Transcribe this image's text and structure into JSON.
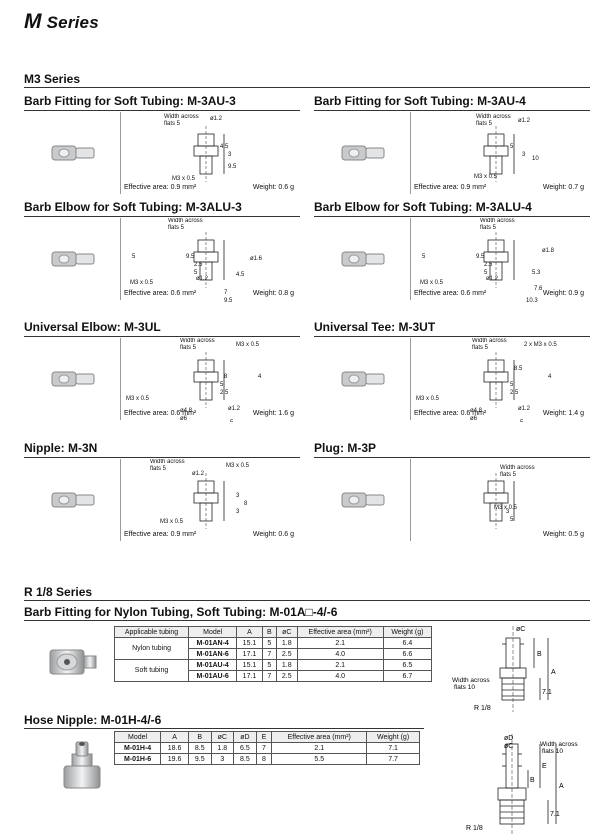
{
  "page": {
    "series_prefix": "M",
    "series_suffix": " Series"
  },
  "m3": {
    "section_title": "M3 Series",
    "items": [
      {
        "title": "Barb Fitting for Soft Tubing: M-3AU-3",
        "effective_area": "Effective area: 0.9 mm²",
        "weight": "Weight: 0.6 g",
        "labels": [
          "Width across",
          "flats 5",
          "ø1.2",
          "4.5",
          "3",
          "9.5",
          "M3 x 0.5"
        ]
      },
      {
        "title": "Barb Fitting for Soft Tubing: M-3AU-4",
        "effective_area": "Effective area: 0.9 mm²",
        "weight": "Weight: 0.7 g",
        "labels": [
          "Width across",
          "flats 5",
          "ø1.2",
          "5",
          "3",
          "10",
          "M3 x 0.5"
        ]
      },
      {
        "title": "Barb Elbow for Soft Tubing: M-3ALU-3",
        "effective_area": "Effective area: 0.6 mm²",
        "weight": "Weight: 0.8 g",
        "labels": [
          "Width across",
          "flats 5",
          "5",
          "9.5",
          "2.5",
          "5",
          "ø1.2",
          "ø1.6",
          "4.5",
          "M3 x 0.5",
          "7",
          "9.5"
        ]
      },
      {
        "title": "Barb Elbow for Soft Tubing: M-3ALU-4",
        "effective_area": "Effective area: 0.6 mm²",
        "weight": "Weight: 0.9 g",
        "labels": [
          "Width across",
          "flats 5",
          "5",
          "9.5",
          "2.5",
          "5",
          "ø1.2",
          "ø1.8",
          "5.3",
          "M3 x 0.5",
          "7.6",
          "10.3"
        ]
      },
      {
        "title": "Universal Elbow: M-3UL",
        "effective_area": "Effective area: 0.6 mm²",
        "weight": "Weight: 1.6 g",
        "labels": [
          "Width across",
          "flats 5",
          "M3 x 0.5",
          "8",
          "5",
          "2.5",
          "4",
          "M3 x 0.5",
          "ø4.8",
          "ø6",
          "ø1.2",
          "5"
        ]
      },
      {
        "title": "Universal Tee: M-3UT",
        "effective_area": "Effective area: 0.6 mm²",
        "weight": "Weight: 1.4 g",
        "labels": [
          "Width across",
          "flats 5",
          "2 x M3 x 0.5",
          "8.5",
          "5",
          "2.5",
          "4",
          "M3 x 0.5",
          "ø4.8",
          "ø6",
          "ø1.2",
          "5"
        ]
      },
      {
        "title": "Nipple: M-3N",
        "effective_area": "Effective area: 0.9 mm²",
        "weight": "Weight: 0.6 g",
        "labels": [
          "Width across",
          "flats 5",
          "ø1.2",
          "M3 x 0.5",
          "3",
          "8",
          "3",
          "M3 x 0.5"
        ]
      },
      {
        "title": "Plug: M-3P",
        "effective_area": "",
        "weight": "Weight: 0.5 g",
        "labels": [
          "Width across",
          "flats 5",
          "M3 x 0.5",
          "3",
          "5"
        ]
      }
    ]
  },
  "r18": {
    "section_title": "R 1/8 Series",
    "barb": {
      "title": "Barb Fitting for Nylon Tubing, Soft Tubing: M-01A□-4/-6",
      "headers": [
        "Applicable tubing",
        "Model",
        "A",
        "B",
        "øC",
        "Effective area (mm²)",
        "Weight (g)"
      ],
      "groups": [
        {
          "label": "Nylon tubing",
          "rows": [
            [
              "M-01AN-4",
              "15.1",
              "5",
              "1.8",
              "2.1",
              "6.4"
            ],
            [
              "M-01AN-6",
              "17.1",
              "7",
              "2.5",
              "4.0",
              "6.6"
            ]
          ]
        },
        {
          "label": "Soft tubing",
          "rows": [
            [
              "M-01AU-4",
              "15.1",
              "5",
              "1.8",
              "2.1",
              "6.5"
            ],
            [
              "M-01AU-6",
              "17.1",
              "7",
              "2.5",
              "4.0",
              "6.7"
            ]
          ]
        }
      ],
      "drawing_labels": [
        "øC",
        "B",
        "A",
        "Width across",
        "flats 10",
        "7.1",
        "R 1/8"
      ]
    },
    "nipple": {
      "title": "Hose Nipple: M-01H-4/-6",
      "headers": [
        "Model",
        "A",
        "B",
        "øC",
        "øD",
        "E",
        "Effective area (mm²)",
        "Weight (g)"
      ],
      "rows": [
        [
          "M-01H-4",
          "18.6",
          "8.5",
          "1.8",
          "6.5",
          "7",
          "2.1",
          "7.1"
        ],
        [
          "M-01H-6",
          "19.6",
          "9.5",
          "3",
          "8.5",
          "8",
          "5.5",
          "7.7"
        ]
      ],
      "drawing_labels": [
        "øD",
        "øC",
        "Width across",
        "flats 10",
        "B",
        "E",
        "A",
        "7.1",
        "R 1/8"
      ]
    }
  },
  "colors": {
    "rule": "#333333",
    "table_header": "#eeeeee",
    "metal": "#c8cacc"
  }
}
